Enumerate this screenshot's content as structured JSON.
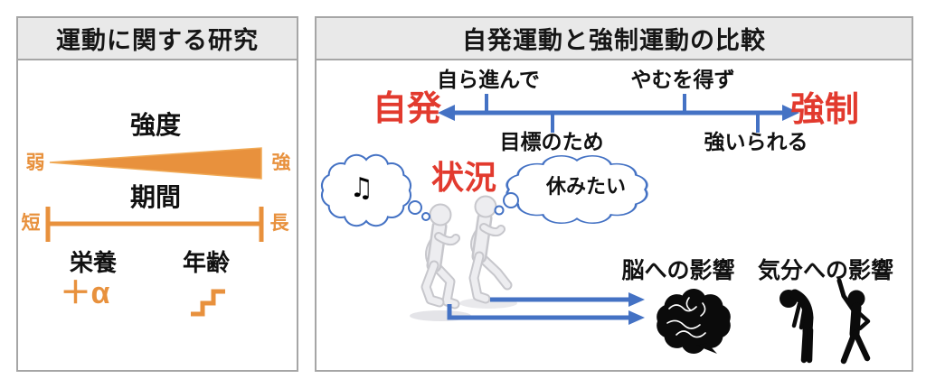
{
  "colors": {
    "accent_orange": "#e8913d",
    "accent_blue": "#4472c4",
    "accent_red": "#e23a2e",
    "header_bg": "#e9e9e9",
    "panel_border": "#a6a6a6"
  },
  "left_panel": {
    "title": "運動に関する研究",
    "intensity": {
      "label": "強度",
      "min": "弱",
      "max": "強"
    },
    "duration": {
      "label": "期間",
      "min": "短",
      "max": "長"
    },
    "nutrition": {
      "label": "栄養",
      "value": "＋α"
    },
    "age": {
      "label": "年齢",
      "icon": "steps-icon"
    }
  },
  "right_panel": {
    "title": "自発運動と強制運動の比較",
    "spectrum": {
      "left_pole": "自発",
      "right_pole": "強制",
      "upper_labels": [
        "自ら進んで",
        "やむを得ず"
      ],
      "lower_labels": [
        "目標のため",
        "強いられる"
      ]
    },
    "situation_label": "状況",
    "thoughts": {
      "left_music_note": "♫",
      "right_text": "休みたい"
    },
    "effects": {
      "brain": "脳への影響",
      "mood": "気分への影響"
    }
  }
}
